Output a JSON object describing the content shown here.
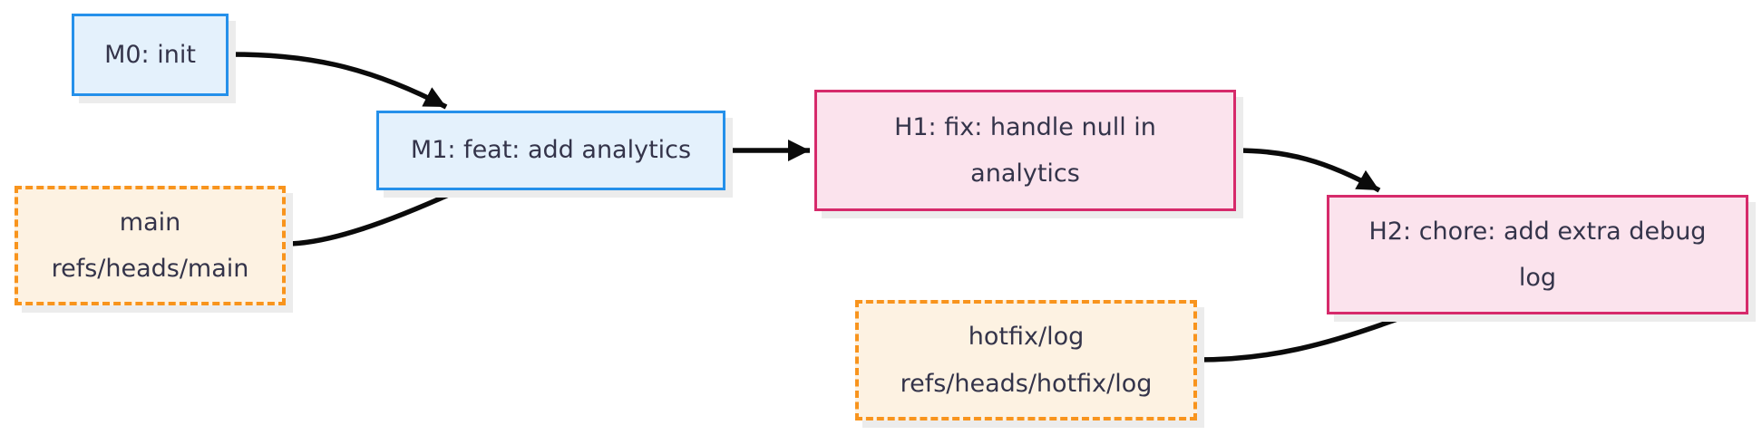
{
  "diagram": {
    "kind": "git-commit-branch-graph",
    "background": "#ffffff",
    "nodes": {
      "m0": {
        "type": "commit-main",
        "label": "M0: init"
      },
      "m1": {
        "type": "commit-main",
        "label": "M1: feat: add analytics"
      },
      "h1": {
        "type": "commit-hotfix",
        "line1": "H1: fix: handle null in",
        "line2": "analytics"
      },
      "h2": {
        "type": "commit-hotfix",
        "line1": "H2: chore: add extra debug",
        "line2": "log"
      },
      "main_ref": {
        "type": "branch-ref",
        "line1": "main",
        "line2": "refs/heads/main"
      },
      "hotfix_ref": {
        "type": "branch-ref",
        "line1": "hotfix/log",
        "line2": "refs/heads/hotfix/log"
      }
    },
    "edges": [
      {
        "from": "m0",
        "to": "m1",
        "arrowhead": true
      },
      {
        "from": "main_ref",
        "to": "m1",
        "arrowhead": false
      },
      {
        "from": "m1",
        "to": "h1",
        "arrowhead": true
      },
      {
        "from": "h1",
        "to": "h2",
        "arrowhead": true
      },
      {
        "from": "hotfix_ref",
        "to": "h2",
        "arrowhead": false
      }
    ],
    "colors": {
      "commit_main_fill": "#e4f1fc",
      "commit_main_border": "#2590ea",
      "commit_hotfix_fill": "#fbe3ed",
      "commit_hotfix_border": "#d62a6b",
      "branch_ref_fill": "#fdf2e2",
      "branch_ref_border": "#f8941d",
      "edge_stroke": "#0b0b0b",
      "text": "#34344a",
      "shadow": "#ececec"
    }
  }
}
